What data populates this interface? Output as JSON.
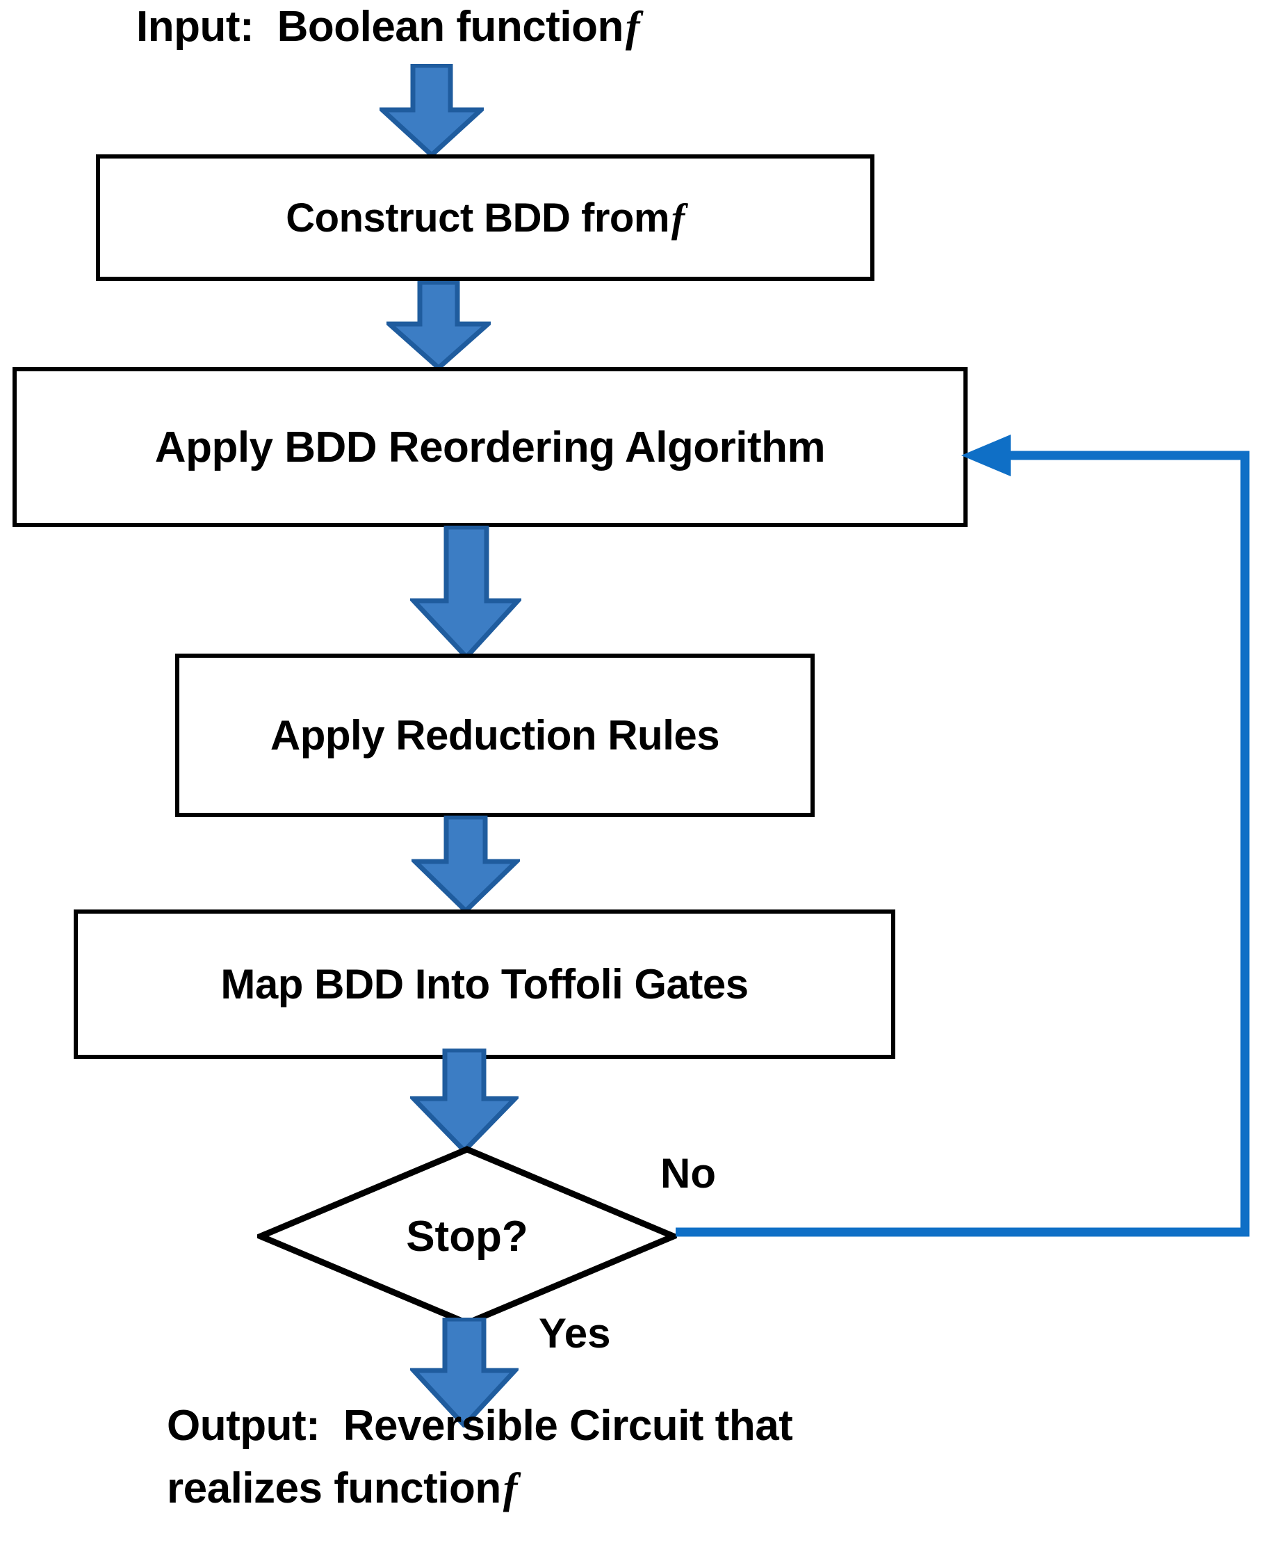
{
  "diagram": {
    "type": "flowchart",
    "title": "BDD-based reversible circuit synthesis flow",
    "background_color": "#FFFFFF",
    "colors": {
      "arrow_fill": "#3C7DC4",
      "arrow_outline": "#1F5C9E",
      "line_blue": "#0F6FC6",
      "box_border": "#000000",
      "text": "#000000"
    }
  },
  "nodes": {
    "input": {
      "kind": "terminal-text",
      "text_before": "Input:  Boolean function",
      "italic_symbol": "f"
    },
    "construct_bdd": {
      "kind": "process",
      "label_before": "Construct BDD from",
      "italic_symbol": "f"
    },
    "reorder": {
      "kind": "process",
      "label": "Apply BDD Reordering Algorithm"
    },
    "reduce": {
      "kind": "process",
      "label": "Apply Reduction Rules"
    },
    "map_toffoli": {
      "kind": "process",
      "label": "Map BDD Into Toffoli Gates"
    },
    "decision": {
      "kind": "decision",
      "label": "Stop?"
    },
    "output": {
      "kind": "terminal-text",
      "line1_before": "Output:  Reversible Circuit that",
      "line2_before": "realizes function",
      "italic_symbol": "f"
    }
  },
  "edges": {
    "no_label": "No",
    "yes_label": "Yes",
    "feedback_target": "Apply BDD Reordering Algorithm",
    "arrows": [
      {
        "name": "input-to-construct",
        "from": "input",
        "to": "construct_bdd",
        "style": "block-arrow-down"
      },
      {
        "name": "construct-to-reorder",
        "from": "construct_bdd",
        "to": "reorder",
        "style": "block-arrow-down"
      },
      {
        "name": "reorder-to-reduce",
        "from": "reorder",
        "to": "reduce",
        "style": "block-arrow-down"
      },
      {
        "name": "reduce-to-map",
        "from": "reduce",
        "to": "map_toffoli",
        "style": "block-arrow-down"
      },
      {
        "name": "map-to-decision",
        "from": "map_toffoli",
        "to": "decision",
        "style": "block-arrow-down"
      },
      {
        "name": "decision-yes-to-output",
        "from": "decision",
        "to": "output",
        "style": "block-arrow-down",
        "label": "Yes"
      },
      {
        "name": "decision-no-to-reorder",
        "from": "decision",
        "to": "reorder",
        "style": "blue-line",
        "label": "No"
      }
    ]
  }
}
